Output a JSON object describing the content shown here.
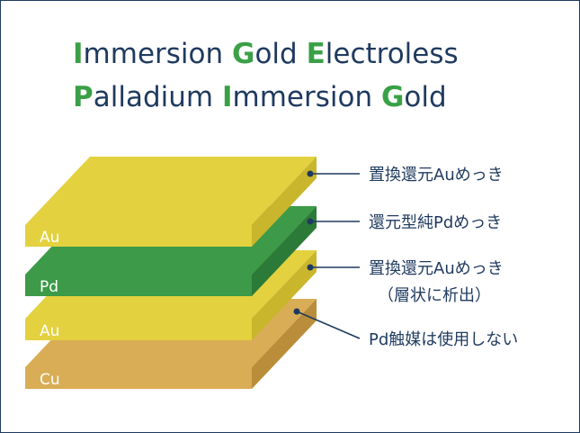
{
  "title": {
    "line1": [
      {
        "text": "I",
        "hl": true
      },
      {
        "text": "mmersion ",
        "hl": false
      },
      {
        "text": "G",
        "hl": true
      },
      {
        "text": "old ",
        "hl": false
      },
      {
        "text": "E",
        "hl": true
      },
      {
        "text": "lectroless",
        "hl": false
      }
    ],
    "line2": [
      {
        "text": "P",
        "hl": true
      },
      {
        "text": "alladium ",
        "hl": false
      },
      {
        "text": "I",
        "hl": true
      },
      {
        "text": "mmersion ",
        "hl": false
      },
      {
        "text": "G",
        "hl": true
      },
      {
        "text": "old",
        "hl": false
      }
    ]
  },
  "colors": {
    "navy": "#1f3a5f",
    "green_text": "#3aa046",
    "au_top": "#e3d13f",
    "au_side": "#c9b62c",
    "pd_top": "#3c9a48",
    "pd_side": "#2c7a37",
    "cu_top": "#d9ad55",
    "cu_side": "#b98d3a"
  },
  "layers": [
    {
      "label": "Au",
      "material": "au"
    },
    {
      "label": "Pd",
      "material": "pd"
    },
    {
      "label": "Au",
      "material": "au"
    },
    {
      "label": "Cu",
      "material": "cu"
    }
  ],
  "callouts": [
    {
      "lines": [
        "置換還元Auめっき"
      ]
    },
    {
      "lines": [
        "還元型純Pdめっき"
      ]
    },
    {
      "lines": [
        "置換還元Auめっき",
        "（層状に析出）"
      ]
    },
    {
      "lines": [
        "Pd触媒は使用しない"
      ]
    }
  ]
}
